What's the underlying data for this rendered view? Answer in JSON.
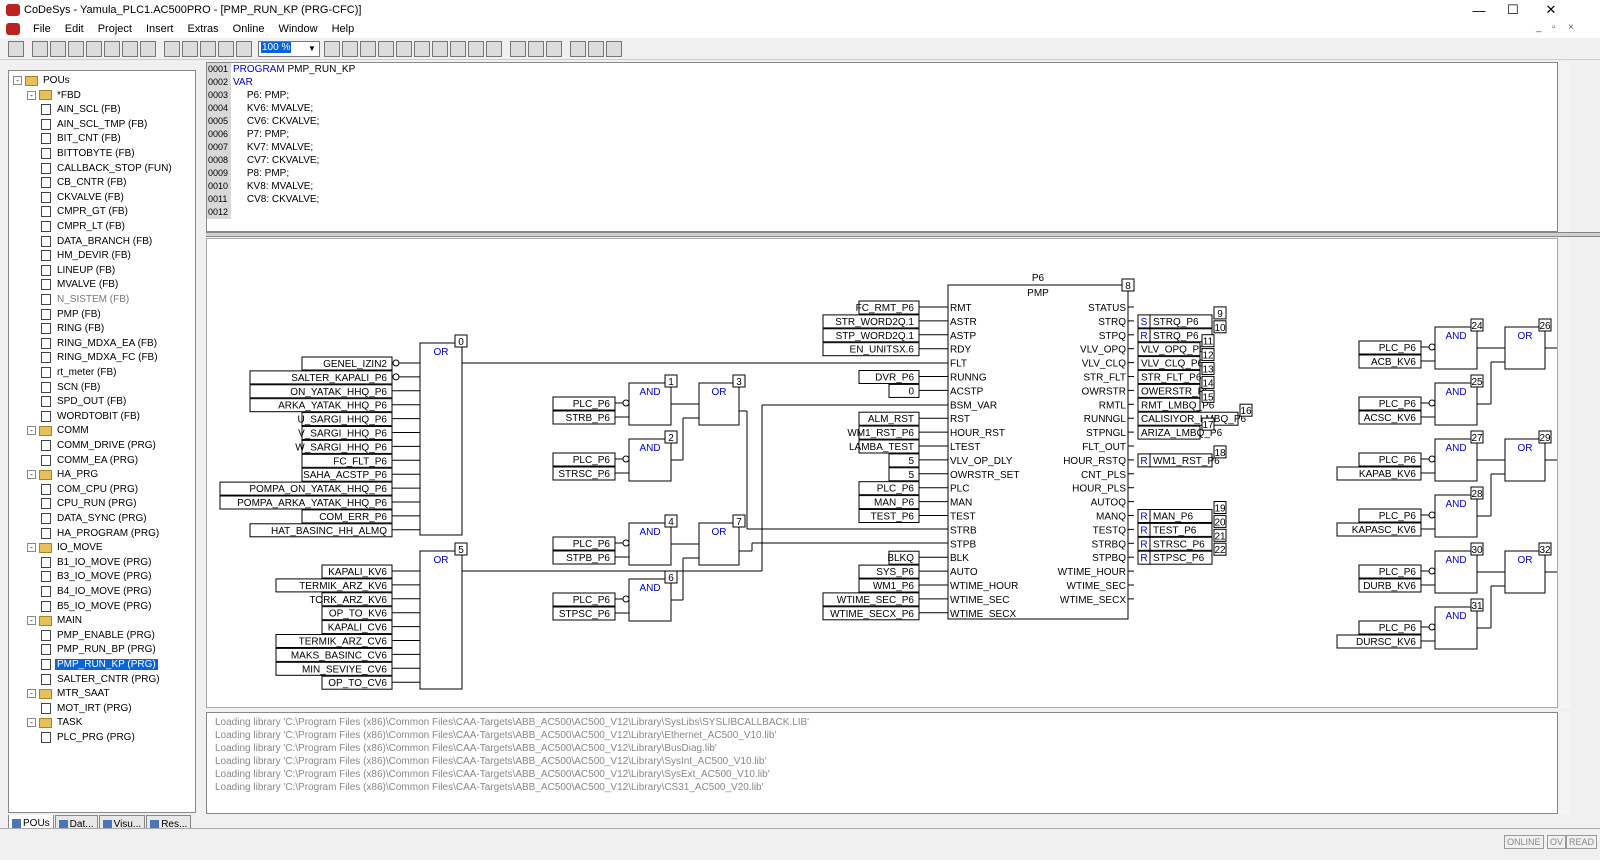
{
  "window": {
    "title": "CoDeSys - Yamula_PLC1.AC500PRO - [PMP_RUN_KP (PRG-CFC)]"
  },
  "menu": [
    "File",
    "Edit",
    "Project",
    "Insert",
    "Extras",
    "Online",
    "Window",
    "Help"
  ],
  "toolbar": {
    "zoom": "100 %"
  },
  "tree": [
    {
      "label": "POUs",
      "level": 0,
      "type": "folder",
      "exp": "-"
    },
    {
      "label": "*FBD",
      "level": 1,
      "type": "folder",
      "exp": "-"
    },
    {
      "label": "AIN_SCL (FB)",
      "level": 2,
      "type": "pou"
    },
    {
      "label": "AIN_SCL_TMP (FB)",
      "level": 2,
      "type": "pou"
    },
    {
      "label": "BIT_CNT (FB)",
      "level": 2,
      "type": "pou"
    },
    {
      "label": "BITTOBYTE (FB)",
      "level": 2,
      "type": "pou"
    },
    {
      "label": "CALLBACK_STOP (FUN)",
      "level": 2,
      "type": "pou"
    },
    {
      "label": "CB_CNTR (FB)",
      "level": 2,
      "type": "pou"
    },
    {
      "label": "CKVALVE (FB)",
      "level": 2,
      "type": "pou"
    },
    {
      "label": "CMPR_GT (FB)",
      "level": 2,
      "type": "pou"
    },
    {
      "label": "CMPR_LT (FB)",
      "level": 2,
      "type": "pou"
    },
    {
      "label": "DATA_BRANCH (FB)",
      "level": 2,
      "type": "pou"
    },
    {
      "label": "HM_DEVIR (FB)",
      "level": 2,
      "type": "pou"
    },
    {
      "label": "LINEUP (FB)",
      "level": 2,
      "type": "pou"
    },
    {
      "label": "MVALVE (FB)",
      "level": 2,
      "type": "pou"
    },
    {
      "label": "N_SISTEM (FB)",
      "level": 2,
      "type": "pou",
      "grey": true
    },
    {
      "label": "PMP (FB)",
      "level": 2,
      "type": "pou"
    },
    {
      "label": "RING (FB)",
      "level": 2,
      "type": "pou"
    },
    {
      "label": "RING_MDXA_EA (FB)",
      "level": 2,
      "type": "pou"
    },
    {
      "label": "RING_MDXA_FC (FB)",
      "level": 2,
      "type": "pou"
    },
    {
      "label": "rt_meter (FB)",
      "level": 2,
      "type": "pou"
    },
    {
      "label": "SCN (FB)",
      "level": 2,
      "type": "pou"
    },
    {
      "label": "SPD_OUT (FB)",
      "level": 2,
      "type": "pou"
    },
    {
      "label": "WORDTOBIT (FB)",
      "level": 2,
      "type": "pou"
    },
    {
      "label": "COMM",
      "level": 1,
      "type": "folder",
      "exp": "-"
    },
    {
      "label": "COMM_DRIVE (PRG)",
      "level": 2,
      "type": "pou"
    },
    {
      "label": "COMM_EA (PRG)",
      "level": 2,
      "type": "pou"
    },
    {
      "label": "HA_PRG",
      "level": 1,
      "type": "folder",
      "exp": "-"
    },
    {
      "label": "COM_CPU (PRG)",
      "level": 2,
      "type": "pou"
    },
    {
      "label": "CPU_RUN (PRG)",
      "level": 2,
      "type": "pou"
    },
    {
      "label": "DATA_SYNC (PRG)",
      "level": 2,
      "type": "pou"
    },
    {
      "label": "HA_PROGRAM (PRG)",
      "level": 2,
      "type": "pou"
    },
    {
      "label": "IO_MOVE",
      "level": 1,
      "type": "folder",
      "exp": "-"
    },
    {
      "label": "B1_IO_MOVE (PRG)",
      "level": 2,
      "type": "pou"
    },
    {
      "label": "B3_IO_MOVE (PRG)",
      "level": 2,
      "type": "pou"
    },
    {
      "label": "B4_IO_MOVE (PRG)",
      "level": 2,
      "type": "pou"
    },
    {
      "label": "B5_IO_MOVE (PRG)",
      "level": 2,
      "type": "pou"
    },
    {
      "label": "MAIN",
      "level": 1,
      "type": "folder",
      "exp": "-"
    },
    {
      "label": "PMP_ENABLE (PRG)",
      "level": 2,
      "type": "pou"
    },
    {
      "label": "PMP_RUN_BP (PRG)",
      "level": 2,
      "type": "pou"
    },
    {
      "label": "PMP_RUN_KP (PRG)",
      "level": 2,
      "type": "pou",
      "selected": true
    },
    {
      "label": "SALTER_CNTR (PRG)",
      "level": 2,
      "type": "pou"
    },
    {
      "label": "MTR_SAAT",
      "level": 1,
      "type": "folder",
      "exp": "-"
    },
    {
      "label": "MOT_IRT (PRG)",
      "level": 2,
      "type": "pou"
    },
    {
      "label": "TASK",
      "level": 1,
      "type": "folder",
      "exp": "-"
    },
    {
      "label": "PLC_PRG (PRG)",
      "level": 2,
      "type": "pou"
    }
  ],
  "tabs": [
    "POUs",
    "Dat...",
    "Visu...",
    "Res..."
  ],
  "declaration": [
    {
      "ln": "0001",
      "kw": "PROGRAM",
      "text": " PMP_RUN_KP"
    },
    {
      "ln": "0002",
      "kw": "VAR",
      "text": ""
    },
    {
      "ln": "0003",
      "kw": "",
      "text": "     P6: PMP;"
    },
    {
      "ln": "0004",
      "kw": "",
      "text": "     KV6: MVALVE;"
    },
    {
      "ln": "0005",
      "kw": "",
      "text": "     CV6: CKVALVE;"
    },
    {
      "ln": "0006",
      "kw": "",
      "text": "     P7: PMP;"
    },
    {
      "ln": "0007",
      "kw": "",
      "text": "     KV7: MVALVE;"
    },
    {
      "ln": "0008",
      "kw": "",
      "text": "     CV7: CKVALVE;"
    },
    {
      "ln": "0009",
      "kw": "",
      "text": "     P8: PMP;"
    },
    {
      "ln": "0010",
      "kw": "",
      "text": "     KV8: MVALVE;"
    },
    {
      "ln": "0011",
      "kw": "",
      "text": "     CV8: CKVALVE;"
    },
    {
      "ln": "0012",
      "kw": "",
      "text": ""
    }
  ],
  "cfc": {
    "or0_inputs": [
      "GENEL_IZIN2",
      "SALTER_KAPALI_P6",
      "ON_YATAK_HHQ_P6",
      "ARKA_YATAK_HHQ_P6",
      "U_SARGI_HHQ_P6",
      "V_SARGI_HHQ_P6",
      "W_SARGI_HHQ_P6",
      "FC_FLT_P6",
      "SAHA_ACSTP_P6",
      "POMPA_ON_YATAK_HHQ_P6",
      "POMPA_ARKA_YATAK_HHQ_P6",
      "COM_ERR_P6",
      "HAT_BASINC_HH_ALMQ"
    ],
    "or5_inputs": [
      "KAPALI_KV6",
      "TERMIK_ARZ_KV6",
      "TORK_ARZ_KV6",
      "OP_TO_KV6",
      "KAPALI_CV6",
      "TERMIK_ARZ_CV6",
      "MAKS_BASINC_CV6",
      "MIN_SEVIYE_CV6",
      "OP_TO_CV6"
    ],
    "and_blocks": [
      {
        "n": "1",
        "a": "PLC_P6",
        "b": "STRB_P6"
      },
      {
        "n": "2",
        "a": "PLC_P6",
        "b": "STRSC_P6"
      },
      {
        "n": "4",
        "a": "PLC_P6",
        "b": "STPB_P6"
      },
      {
        "n": "6",
        "a": "PLC_P6",
        "b": "STPSC_P6"
      }
    ],
    "p6": {
      "instance": "P6",
      "type": "PMP",
      "num": "8",
      "inputs": [
        "RMT",
        "ASTR",
        "ASTP",
        "RDY",
        "FLT",
        "RUNNG",
        "ACSTP",
        "BSM_VAR",
        "RST",
        "HOUR_RST",
        "LTEST",
        "VLV_OP_DLY",
        "OWRSTR_SET",
        "PLC",
        "MAN",
        "TEST",
        "STRB",
        "STPB",
        "BLK",
        "AUTO",
        "WTIME_HOUR",
        "WTIME_SEC",
        "WTIME_SECX"
      ],
      "outputs": [
        "STATUS",
        "STRQ",
        "STPQ",
        "VLV_OPQ",
        "VLV_CLQ",
        "STR_FLT",
        "OWRSTR",
        "RMTL",
        "RUNNGL",
        "STPNGL",
        "FLT_OUT",
        "HOUR_RSTQ",
        "CNT_PLS",
        "HOUR_PLS",
        "AUTOQ",
        "MANQ",
        "TESTQ",
        "STRBQ",
        "STPBQ",
        "WTIME_HOUR",
        "WTIME_SEC",
        "WTIME_SECX"
      ],
      "in_vars": [
        {
          "pin": 0,
          "text": "FC_RMT_P6"
        },
        {
          "pin": 1,
          "text": "STR_WORD2Q.1"
        },
        {
          "pin": 2,
          "text": "STP_WORD2Q.1"
        },
        {
          "pin": 3,
          "text": "EN_UNITSX.6"
        },
        {
          "pin": 5,
          "text": "DVR_P6"
        },
        {
          "pin": 6,
          "text": "0"
        },
        {
          "pin": 8,
          "text": "ALM_RST"
        },
        {
          "pin": 9,
          "text": "WM1_RST_P6"
        },
        {
          "pin": 10,
          "text": "LAMBA_TEST"
        },
        {
          "pin": 11,
          "text": "5"
        },
        {
          "pin": 12,
          "text": "5"
        },
        {
          "pin": 13,
          "text": "PLC_P6"
        },
        {
          "pin": 14,
          "text": "MAN_P6"
        },
        {
          "pin": 15,
          "text": "TEST_P6"
        },
        {
          "pin": 18,
          "text": "BLKQ"
        },
        {
          "pin": 19,
          "text": "SYS_P6"
        },
        {
          "pin": 20,
          "text": "WM1_P6"
        },
        {
          "pin": 21,
          "text": "WTIME_SEC_P6"
        },
        {
          "pin": 22,
          "text": "WTIME_SECX_P6"
        }
      ],
      "out_vars": [
        {
          "pin": 1,
          "flag": "S",
          "text": "STRQ_P6",
          "num": "9"
        },
        {
          "pin": 2,
          "flag": "R",
          "text": "STRQ_P6",
          "num": "10"
        },
        {
          "pin": 3,
          "flag": "",
          "text": "VLV_OPQ_P6",
          "num": "11"
        },
        {
          "pin": 4,
          "flag": "",
          "text": "VLV_CLQ_P6",
          "num": "12"
        },
        {
          "pin": 5,
          "flag": "",
          "text": "STR_FLT_P6",
          "num": "13"
        },
        {
          "pin": 6,
          "flag": "",
          "text": "OWERSTR_P6",
          "num": "14"
        },
        {
          "pin": 7,
          "flag": "",
          "text": "RMT_LMBQ_P6",
          "num": "15"
        },
        {
          "pin": 8,
          "flag": "",
          "text": "CALISIYOR_LMBQ_P6",
          "num": "16"
        },
        {
          "pin": 9,
          "flag": "",
          "text": "ARIZA_LMBQ_P6",
          "num": "17"
        },
        {
          "pin": 11,
          "flag": "R",
          "text": "WM1_RST_P6",
          "num": "18"
        },
        {
          "pin": 15,
          "flag": "R",
          "text": "MAN_P6",
          "num": "19"
        },
        {
          "pin": 16,
          "flag": "R",
          "text": "TEST_P6",
          "num": "20"
        },
        {
          "pin": 17,
          "flag": "R",
          "text": "STRSC_P6",
          "num": "21"
        },
        {
          "pin": 18,
          "flag": "R",
          "text": "STPSC_P6",
          "num": "22"
        }
      ]
    },
    "right_groups": [
      {
        "and": "24",
        "or": "26",
        "a": "PLC_P6",
        "b": "ACB_KV6"
      },
      {
        "and": "25",
        "or": null,
        "a": "PLC_P6",
        "b": "ACSC_KV6"
      },
      {
        "and": "27",
        "or": "29",
        "a": "PLC_P6",
        "b": "KAPAB_KV6"
      },
      {
        "and": "28",
        "or": null,
        "a": "PLC_P6",
        "b": "KAPASC_KV6"
      },
      {
        "and": "30",
        "or": "32",
        "a": "PLC_P6",
        "b": "DURB_KV6"
      },
      {
        "and": "31",
        "or": null,
        "a": "PLC_P6",
        "b": "DURSC_KV6"
      }
    ],
    "labels": {
      "and": "AND",
      "or": "OR",
      "or0_num": "0",
      "or5_num": "5",
      "or3_num": "3",
      "or7_num": "7"
    }
  },
  "messages": [
    "Loading library 'C:\\Program Files (x86)\\Common Files\\CAA-Targets\\ABB_AC500\\AC500_V12\\Library\\SysLibs\\SYSLIBCALLBACK.LIB'",
    "Loading library 'C:\\Program Files (x86)\\Common Files\\CAA-Targets\\ABB_AC500\\AC500_V12\\Library\\Ethernet_AC500_V10.lib'",
    "Loading library 'C:\\Program Files (x86)\\Common Files\\CAA-Targets\\ABB_AC500\\AC500_V12\\Library\\BusDiag.lib'",
    "Loading library 'C:\\Program Files (x86)\\Common Files\\CAA-Targets\\ABB_AC500\\AC500_V12\\Library\\SysInt_AC500_V10.lib'",
    "Loading library 'C:\\Program Files (x86)\\Common Files\\CAA-Targets\\ABB_AC500\\AC500_V12\\Library\\SysExt_AC500_V10.lib'",
    "Loading library 'C:\\Program Files (x86)\\Common Files\\CAA-Targets\\ABB_AC500\\AC500_V12\\Library\\CS31_AC500_V20.lib'"
  ],
  "status": [
    "ONLINE",
    "OV",
    "READ"
  ],
  "window_controls": {
    "min": "—",
    "max": "☐",
    "close": "✕"
  },
  "mdi_controls": {
    "min": "_",
    "restore": "▫",
    "close": "×"
  }
}
